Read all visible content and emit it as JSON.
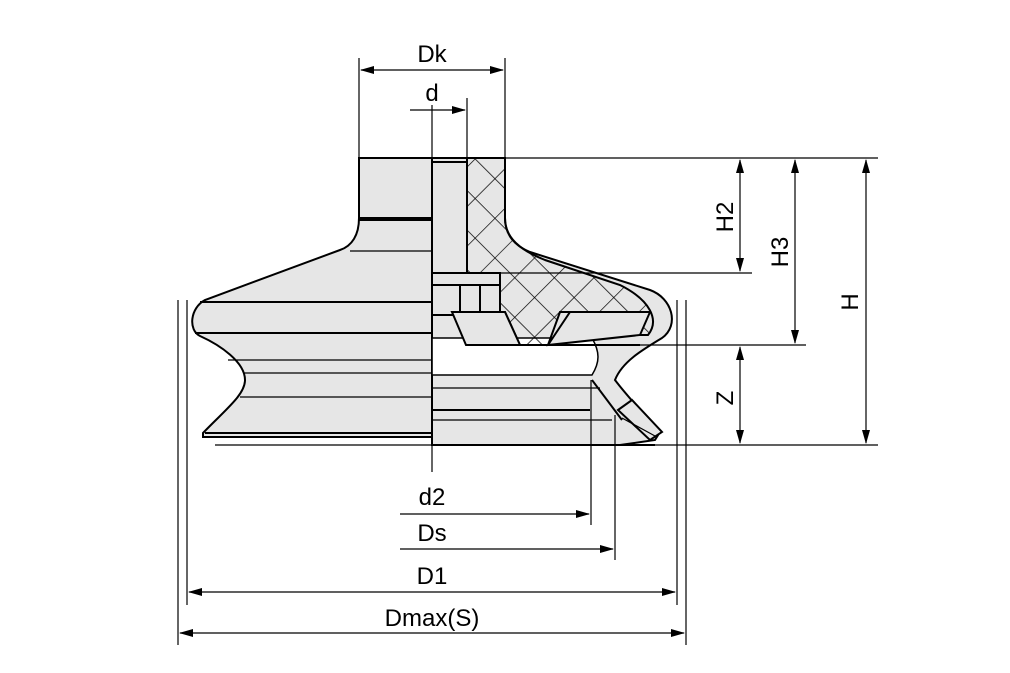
{
  "diagram": {
    "labels": {
      "Dk": "Dk",
      "d": "d",
      "H2": "H2",
      "H3": "H3",
      "H": "H",
      "Z": "Z",
      "d2": "d2",
      "Ds": "Ds",
      "D1": "D1",
      "Dmax": "Dmax(S)"
    },
    "colors": {
      "body": "#e6e6e6",
      "line": "#000000",
      "background": "#ffffff"
    }
  }
}
